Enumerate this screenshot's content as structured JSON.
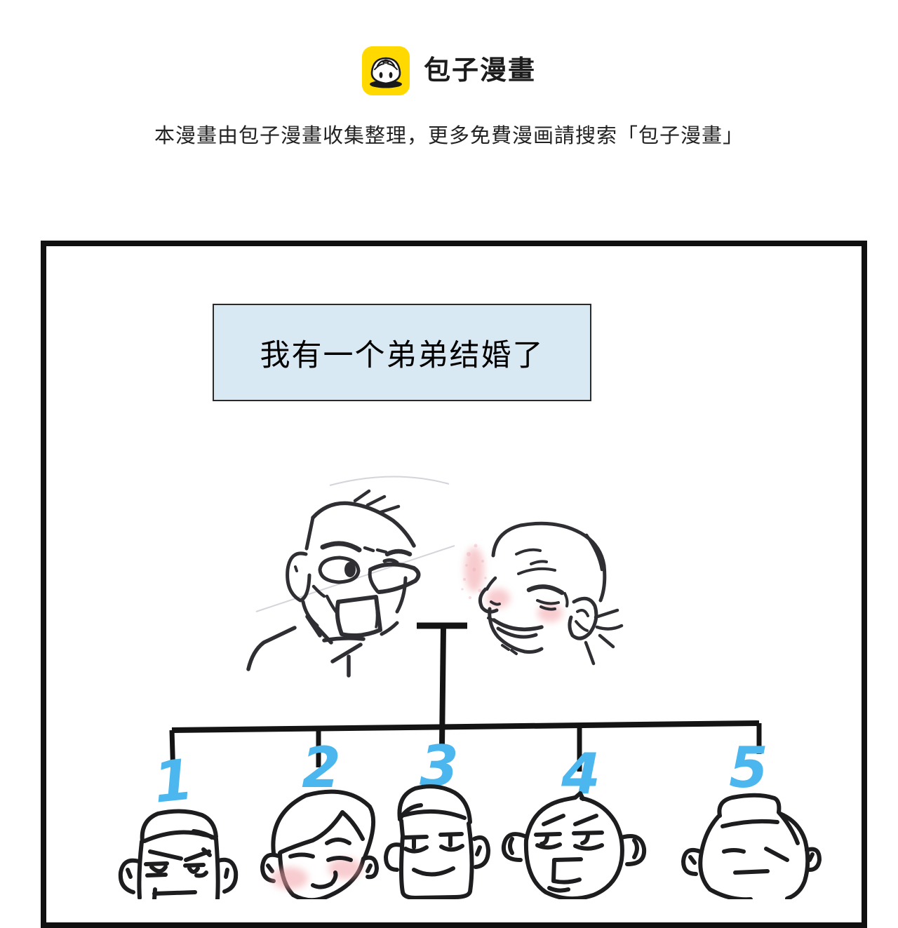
{
  "branding": {
    "logo_text": "包子漫畫",
    "logo_icon": "baozi-bun-icon",
    "logo_bg_color": "#FFD900",
    "notice": "本漫畫由包子漫畫收集整理，更多免費漫画請搜索「包子漫畫」"
  },
  "comic": {
    "caption": "我有一个弟弟结婚了",
    "caption_bg_color": "#D9E9F4",
    "family_tree": {
      "parents": [
        "father",
        "mother"
      ],
      "children_numbers": [
        "1",
        "2",
        "3",
        "4",
        "5"
      ],
      "number_color": "#4CB7EE"
    }
  }
}
